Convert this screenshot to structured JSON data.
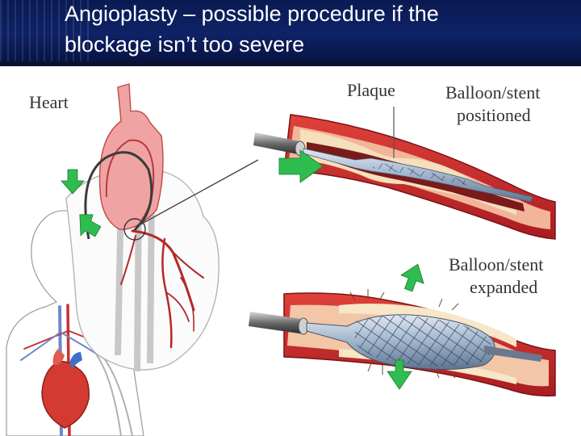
{
  "slide": {
    "title_line1": "Angioplasty – possible procedure if the",
    "title_line2": "blockage isn’t too severe"
  },
  "diagram": {
    "label_heart": "Heart",
    "label_plaque": "Plaque",
    "label_positioned_line1": "Balloon/stent",
    "label_positioned_line2": "positioned",
    "label_expanded_line1": "Balloon/stent",
    "label_expanded_line2": "expanded"
  },
  "colors": {
    "banner": "#0e2266",
    "artery_red": "#c8282a",
    "plaque": "#f2dcb8",
    "arrow_green": "#2ebd4e",
    "heart_pink": "#f0aaaa"
  }
}
